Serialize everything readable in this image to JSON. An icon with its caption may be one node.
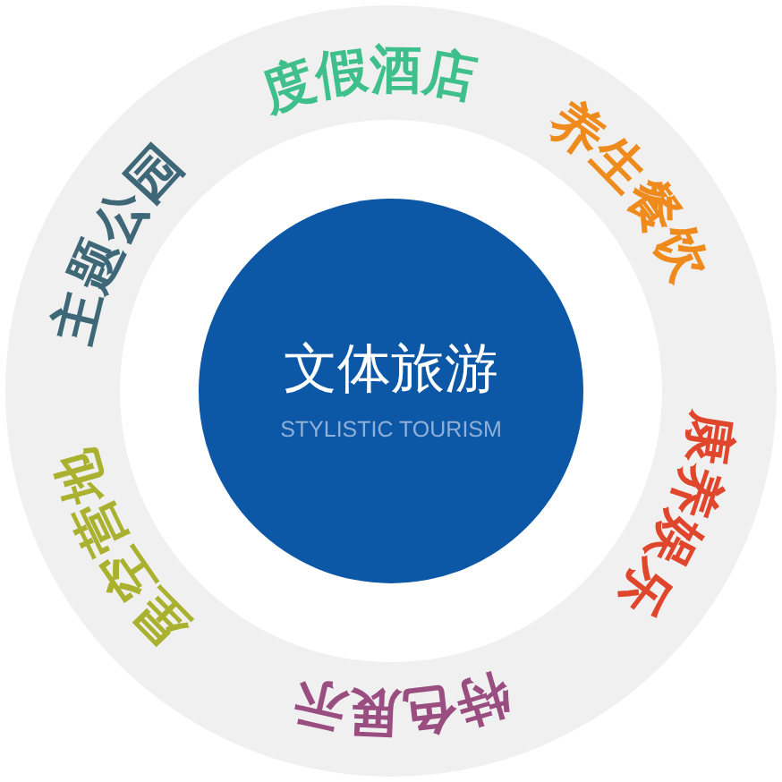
{
  "diagram": {
    "nodes": [
      {
        "text": [],
        "shape": "circle"
      },
      {
        "text": [
          "文体旅游",
          "STYLISTIC TOURISM"
        ],
        "in": 0
      }
    ],
    "labels": [
      "度假酒店",
      "养生餐饮",
      "康养娱乐",
      "特色展示",
      "星空营地",
      "主题公园"
    ]
  }
}
